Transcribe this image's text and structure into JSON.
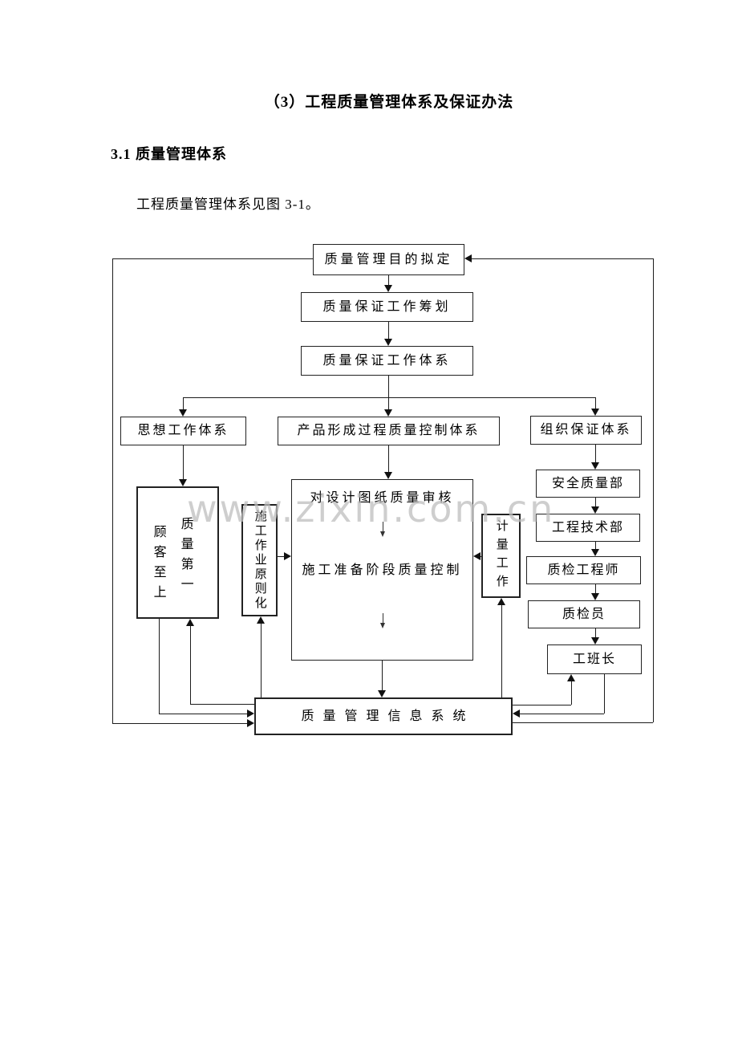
{
  "document": {
    "title": "（3）工程质量管理体系及保证办法",
    "section_heading": "3.1 质量管理体系",
    "intro": "工程质量管理体系见图 3-1。"
  },
  "watermark": {
    "text": "www.zixin.com.cn"
  },
  "diagram": {
    "nodes": {
      "goal": "质量管理目的拟定",
      "planning": "质量保证工作筹划",
      "work_system": "质量保证工作体系",
      "thought_system": "思想工作体系",
      "product_process": "产品形成过程质量控制体系",
      "org_guarantee": "组织保证体系",
      "quality_first": "质量第一",
      "customer_supreme": "顾客至上",
      "construction_principle": "施工作业原则化",
      "design_review": "对设计图纸质量审核",
      "prep_stage_control": "施工准备阶段质量控制",
      "measurement_work": "计量工作",
      "safety_quality_dept": "安全质量部",
      "engineering_tech_dept": "工程技术部",
      "qc_engineer": "质检工程师",
      "qc_inspector": "质检员",
      "foreman": "工班长",
      "info_system": "质量管理信息系统"
    }
  }
}
